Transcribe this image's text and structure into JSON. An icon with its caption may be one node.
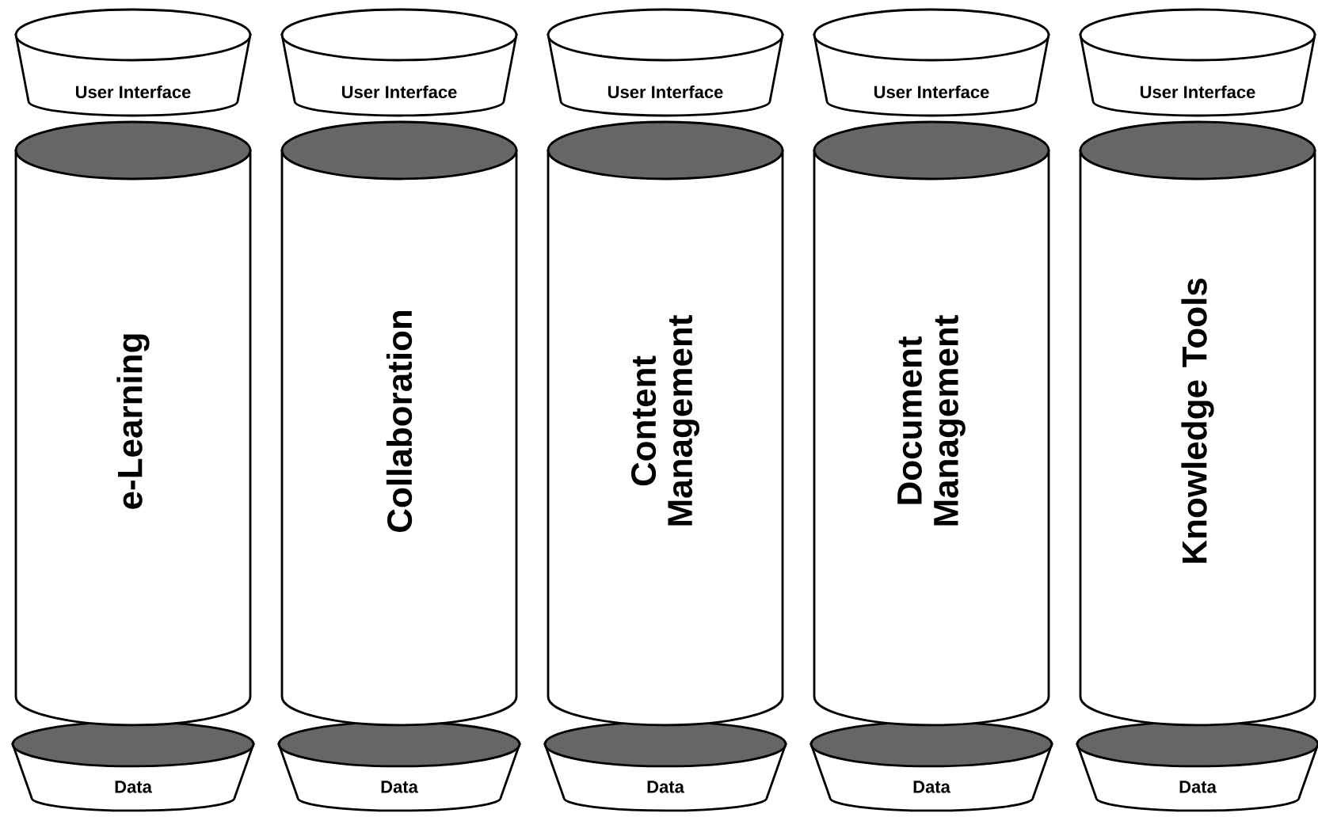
{
  "diagram": {
    "nodes": [
      {
        "text": [
          "User Interface"
        ]
      },
      {
        "text": [
          "e-Learning"
        ]
      },
      {
        "text": [
          "Data"
        ]
      },
      {
        "text": [
          "User Interface"
        ]
      },
      {
        "text": [
          "Collaboration"
        ]
      },
      {
        "text": [
          "Data"
        ]
      },
      {
        "text": [
          "User Interface"
        ]
      },
      {
        "text": [
          "Content Management"
        ]
      },
      {
        "text": [
          "Data"
        ]
      },
      {
        "text": [
          "User Interface"
        ]
      },
      {
        "text": [
          "Document Management"
        ]
      },
      {
        "text": [
          "Data"
        ]
      },
      {
        "text": [
          "User Interface"
        ]
      },
      {
        "text": [
          "Knowledge Tools"
        ]
      },
      {
        "text": [
          "Data"
        ]
      }
    ]
  }
}
